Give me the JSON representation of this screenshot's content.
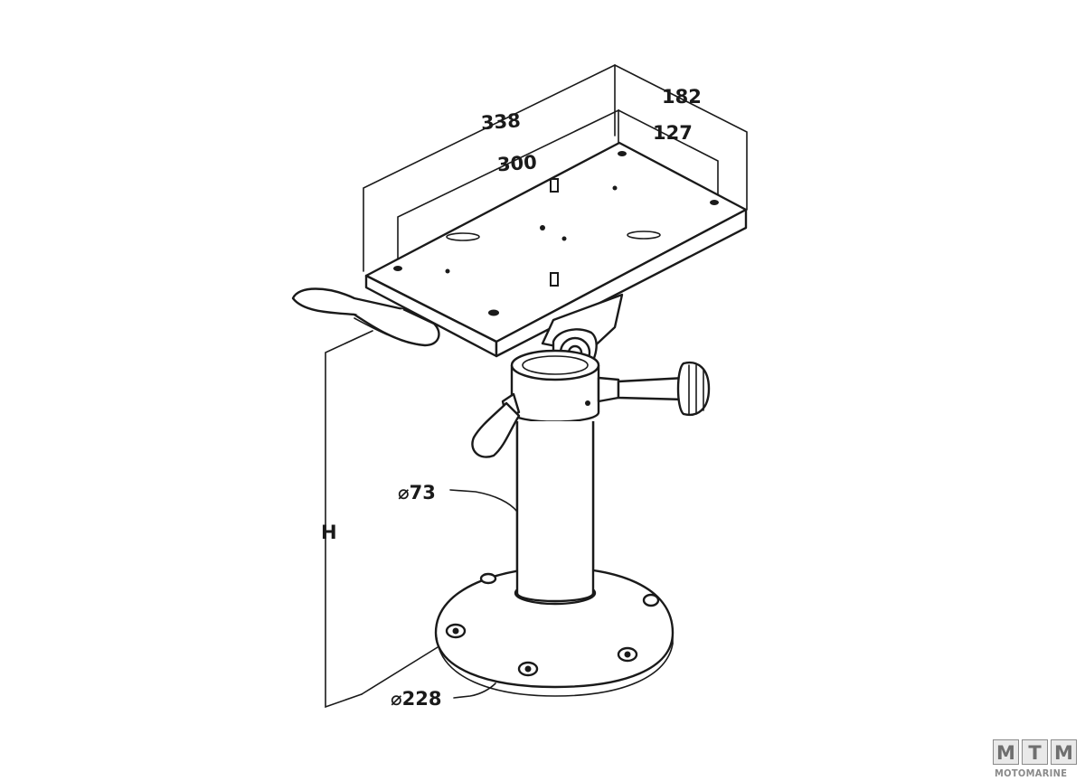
{
  "dimensions": {
    "d338": "338",
    "d300": "300",
    "d182": "182",
    "d127": "127",
    "dia73": "⌀73",
    "dia228": "⌀228",
    "height": "H"
  },
  "logo": {
    "letters": [
      "M",
      "T",
      "M"
    ],
    "subtitle": "MOTOMARINE"
  }
}
